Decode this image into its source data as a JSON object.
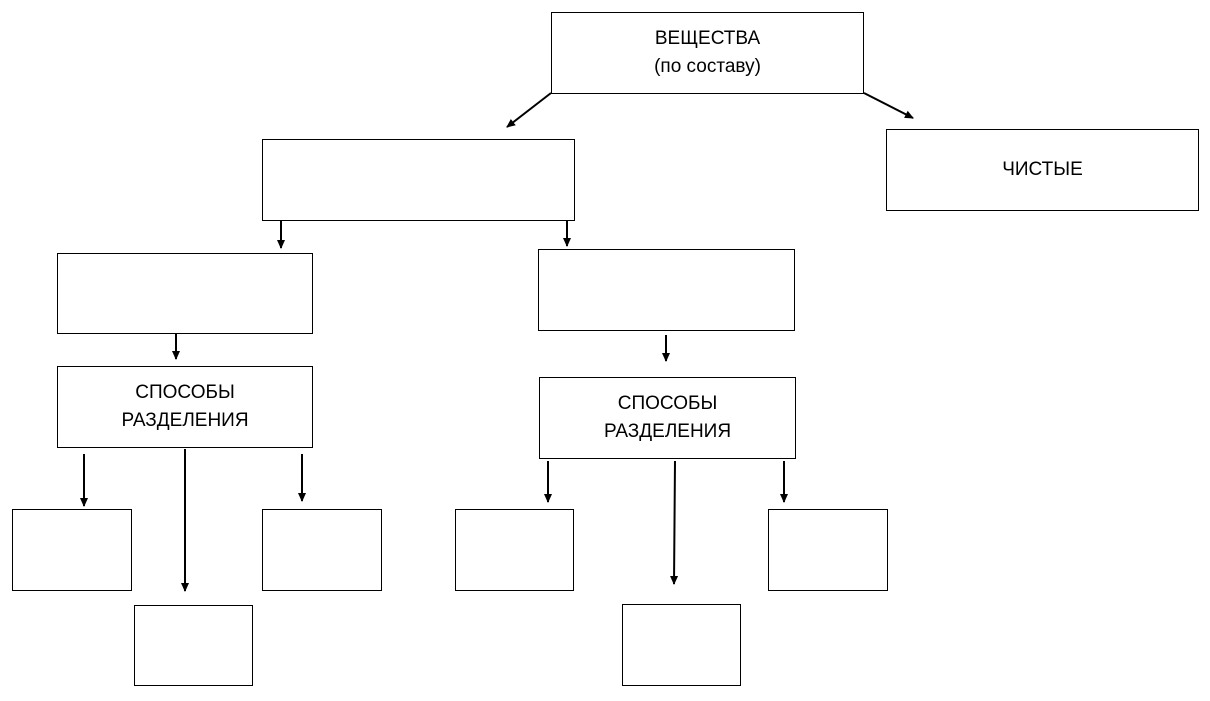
{
  "diagram": {
    "root": {
      "line1": "ВЕЩЕСТВА",
      "line2": "(по составу)"
    },
    "pure": {
      "label": "ЧИСТЫЕ"
    },
    "mixtures": {
      "label": ""
    },
    "mix_left": {
      "label": ""
    },
    "mix_right": {
      "label": ""
    },
    "methods_left": {
      "line1": "СПОСОБЫ",
      "line2": "РАЗДЕЛЕНИЯ"
    },
    "methods_right": {
      "line1": "СПОСОБЫ",
      "line2": "РАЗДЕЛЕНИЯ"
    },
    "method_ll_1": {
      "label": ""
    },
    "method_ll_2": {
      "label": ""
    },
    "method_ll_3": {
      "label": ""
    },
    "method_rr_1": {
      "label": ""
    },
    "method_rr_2": {
      "label": ""
    },
    "method_rr_3": {
      "label": ""
    }
  },
  "colors": {
    "line": "#000000",
    "box_border": "#000000",
    "background": "#ffffff"
  }
}
